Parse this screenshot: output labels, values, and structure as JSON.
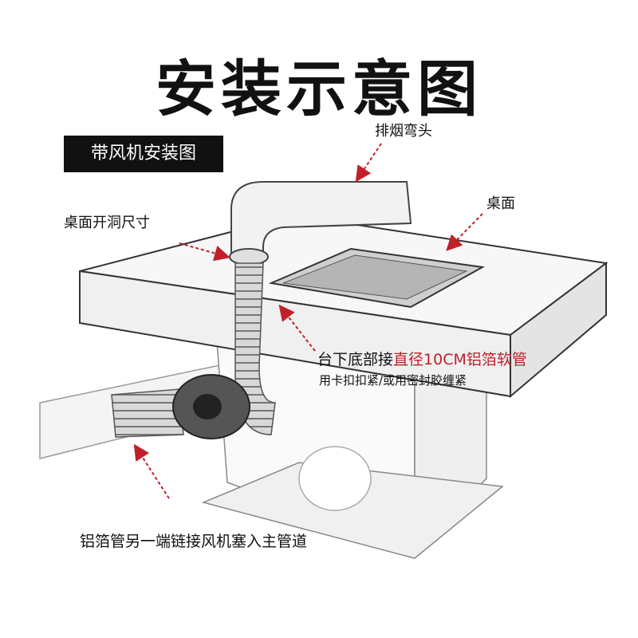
{
  "title": "安装示意图",
  "badge": "带风机安装图",
  "labels": {
    "elbow": "排烟弯头",
    "tabletop": "桌面",
    "hole_size": "桌面开洞尺寸",
    "pipe_prefix": "台下底部接",
    "pipe_highlight": "直径10CM铝箔软管",
    "fixing": "用卡扣扣紧/或用密封胶缠紧",
    "bottom": "铝箔管另一端链接风机塞入主管道"
  },
  "colors": {
    "text": "#111111",
    "highlight": "#c0202a",
    "arrow": "#c0202a",
    "badge_bg": "#111111"
  }
}
